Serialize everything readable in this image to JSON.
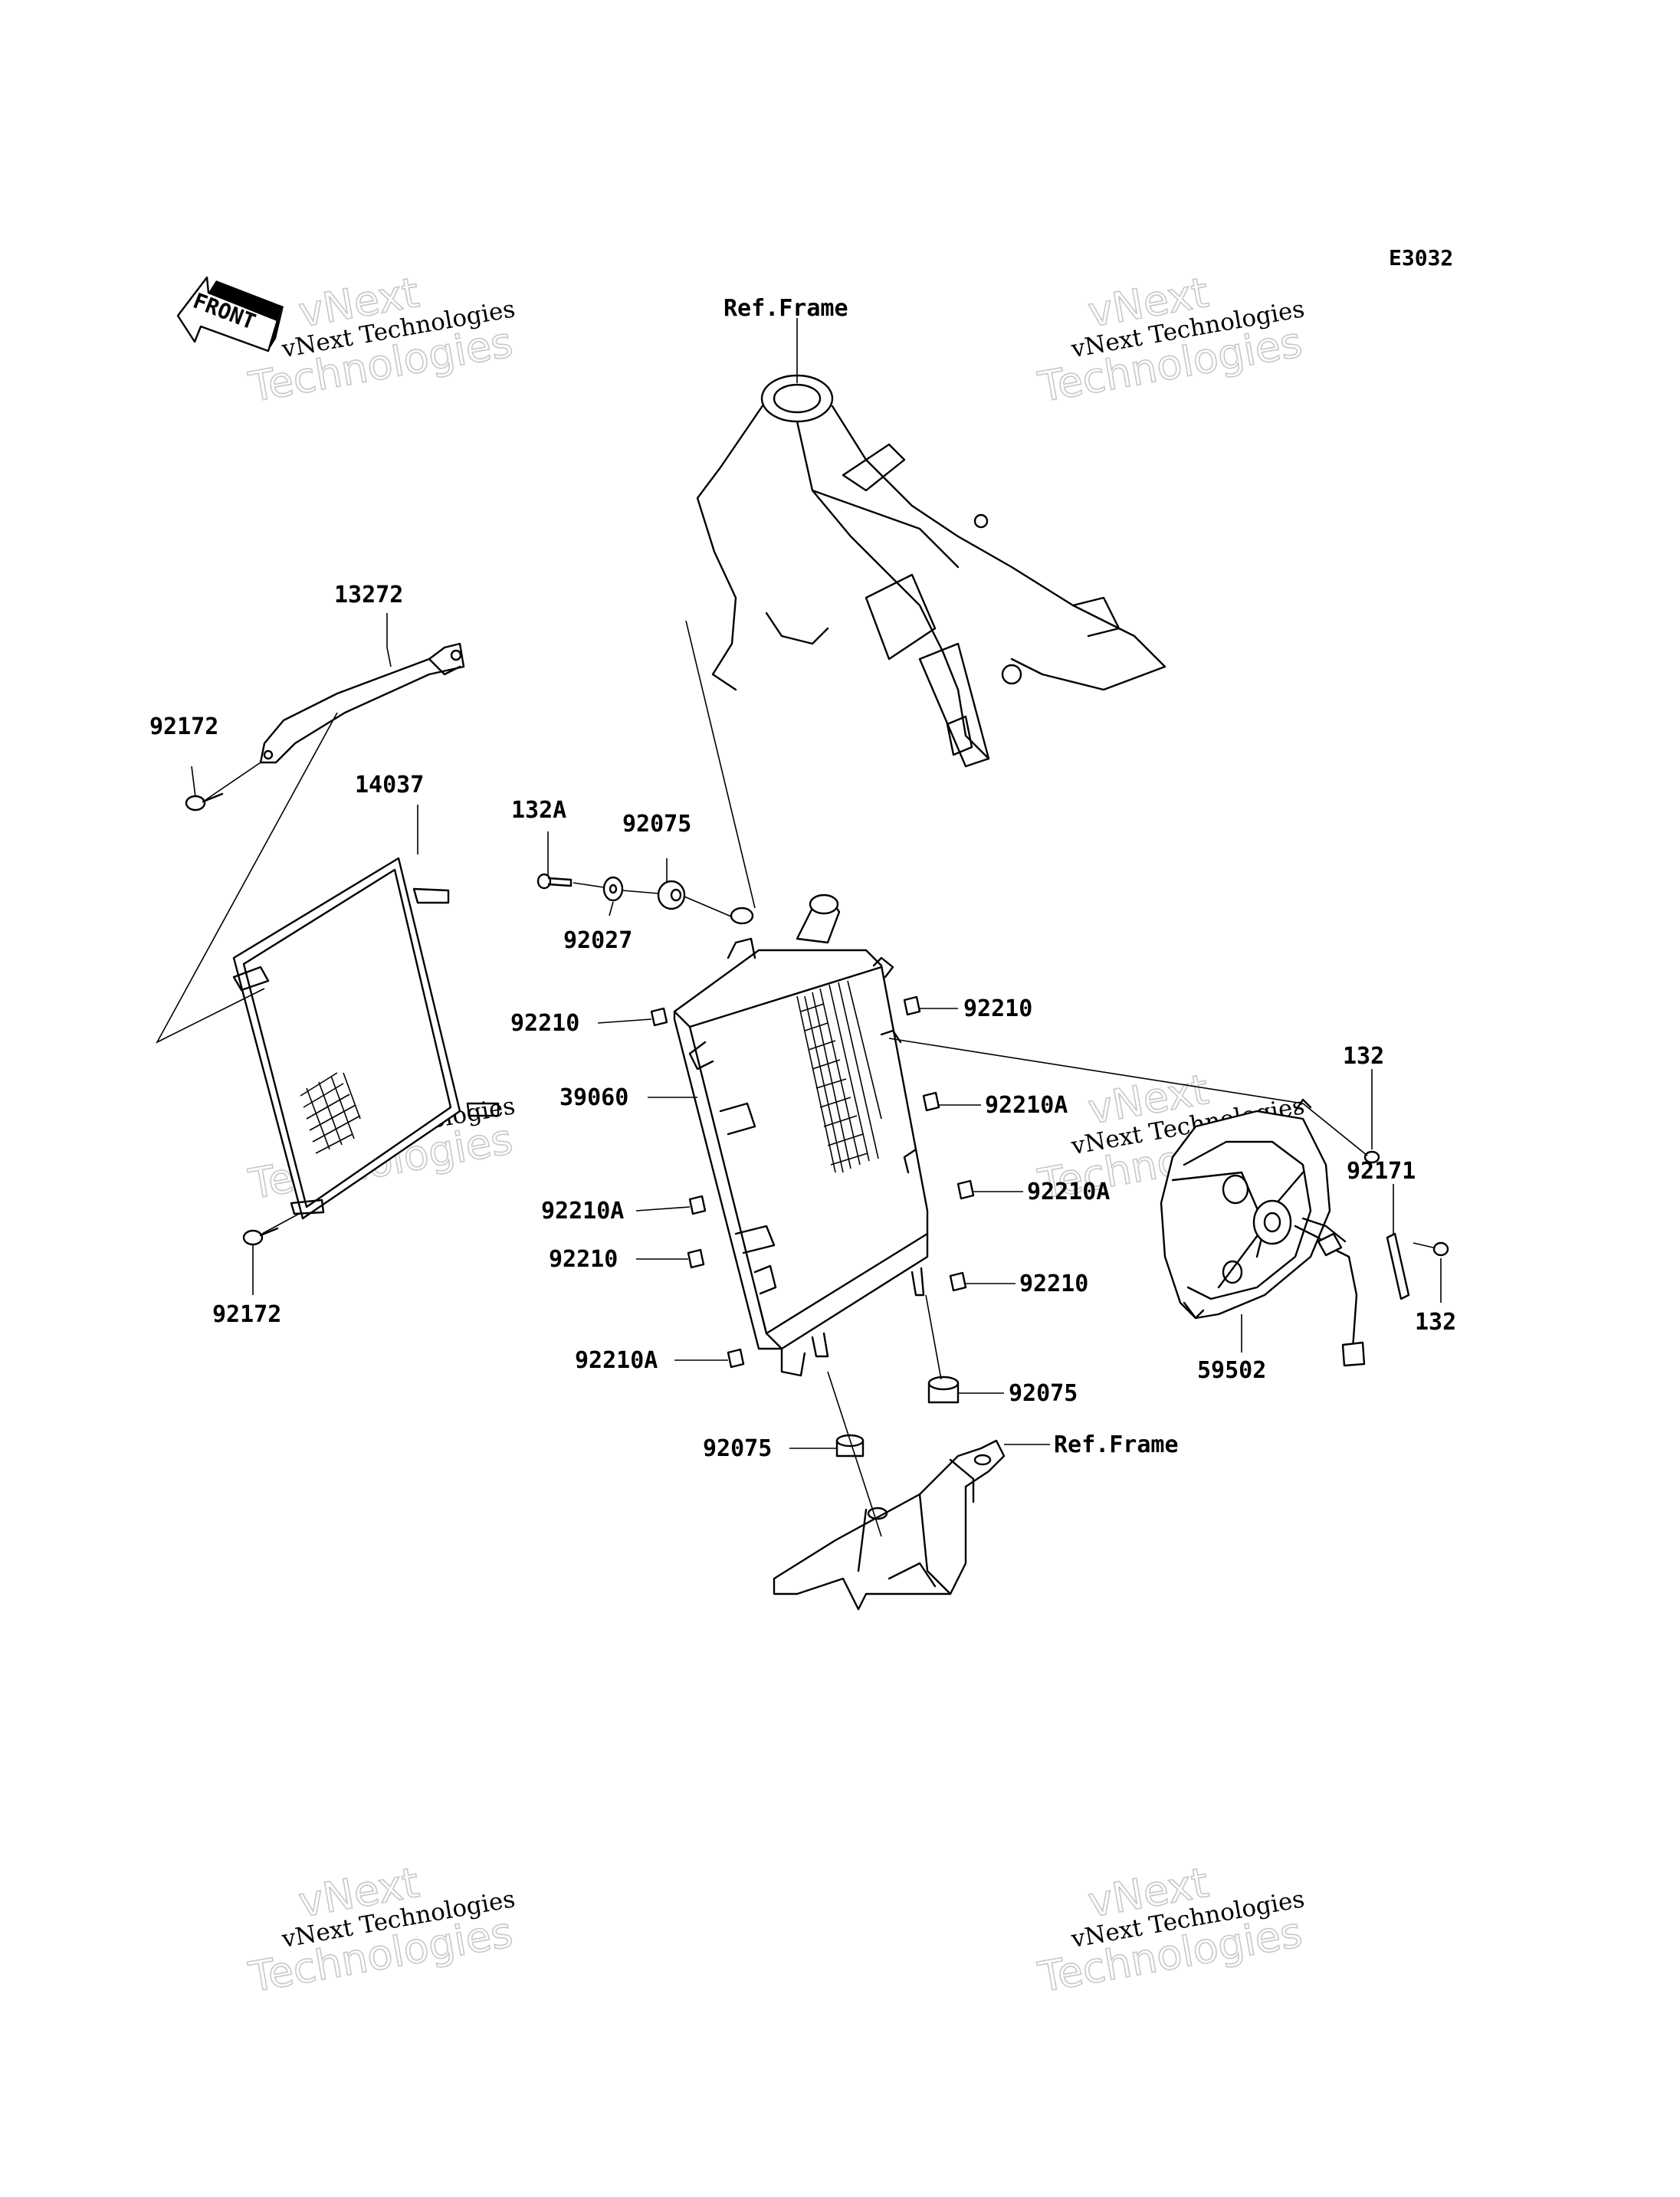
{
  "diagram_code": "E3032",
  "front_arrow_label": "FRONT",
  "watermark": {
    "line1": "vNext",
    "line2": "vNext Technologies",
    "line3": "Technologies"
  },
  "callouts": [
    {
      "id": "ref-frame-top",
      "text": "Ref.Frame"
    },
    {
      "id": "p13272",
      "text": "13272"
    },
    {
      "id": "p92172-top",
      "text": "92172"
    },
    {
      "id": "p14037",
      "text": "14037"
    },
    {
      "id": "p92172-bottom",
      "text": "92172"
    },
    {
      "id": "p132A",
      "text": "132A"
    },
    {
      "id": "p92075-top",
      "text": "92075"
    },
    {
      "id": "p92027",
      "text": "92027"
    },
    {
      "id": "p92210-left-top",
      "text": "92210"
    },
    {
      "id": "p39060",
      "text": "39060"
    },
    {
      "id": "p92210A-left-mid",
      "text": "92210A"
    },
    {
      "id": "p92210-left-low",
      "text": "92210"
    },
    {
      "id": "p92210A-left-bottom",
      "text": "92210A"
    },
    {
      "id": "p92210-right-top",
      "text": "92210"
    },
    {
      "id": "p92210A-right-mid",
      "text": "92210A"
    },
    {
      "id": "p92210A-right-low",
      "text": "92210A"
    },
    {
      "id": "p92210-right-bottom",
      "text": "92210"
    },
    {
      "id": "p92075-right",
      "text": "92075"
    },
    {
      "id": "p92075-left",
      "text": "92075"
    },
    {
      "id": "ref-frame-bottom",
      "text": "Ref.Frame"
    },
    {
      "id": "p132-top",
      "text": "132"
    },
    {
      "id": "p92171",
      "text": "92171"
    },
    {
      "id": "p132-bottom",
      "text": "132"
    },
    {
      "id": "p59502",
      "text": "59502"
    }
  ]
}
